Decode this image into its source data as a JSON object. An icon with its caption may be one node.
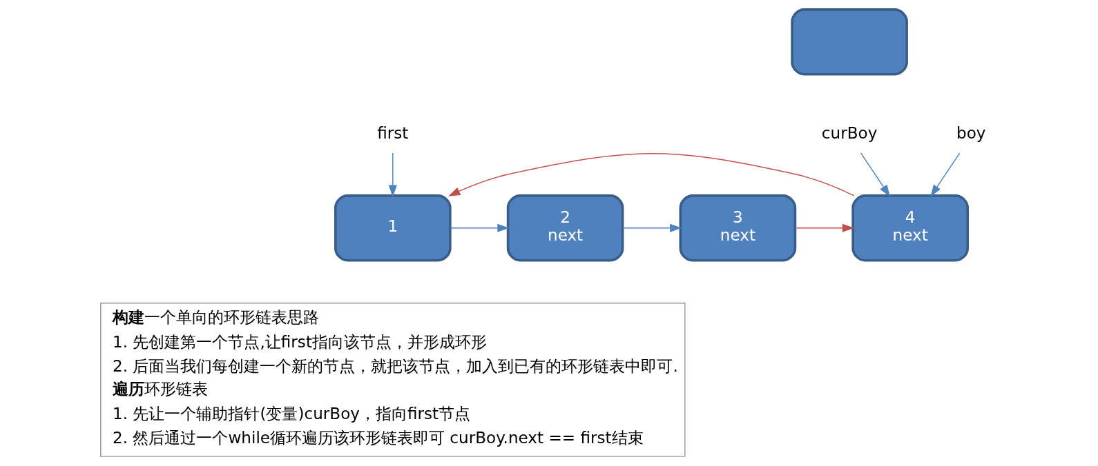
{
  "diagram": {
    "nodes": [
      {
        "text": [],
        "shape": "box"
      },
      {
        "text": [
          "curBoy"
        ]
      },
      {
        "text": [
          "first"
        ]
      },
      {
        "text": [
          "boy"
        ]
      },
      {
        "text": [
          "1"
        ]
      },
      {
        "text": [
          "2",
          "next"
        ]
      },
      {
        "text": [
          "3",
          "next"
        ]
      },
      {
        "text": [
          "4",
          "next"
        ]
      }
    ],
    "edges": [
      {
        "from": 2,
        "to": 4,
        "arrow": "to"
      },
      {
        "from": 3,
        "to": 7,
        "arrow": "to"
      },
      {
        "from": 1,
        "to": 7,
        "arrow": "to"
      },
      {
        "from": 4,
        "to": 5,
        "arrow": "to"
      },
      {
        "from": 5,
        "to": 6,
        "arrow": "to"
      },
      {
        "from": 6,
        "to": 7,
        "arrow": "to",
        "color": "#c0504d"
      },
      {
        "from": 7,
        "to": 4,
        "arrow": "to",
        "color": "#c0504d"
      }
    ],
    "labels": [
      "**构建**一个单向的环形链表思路",
      "1. 先创建第一个节点,让first指向该节点，并形成环形",
      "2. 后面当我们每创建一个新的节点，就把该节点，加入到已有的环形链表中即可.",
      "**遍历**环形链表",
      "1. 先让一个辅助指针(变量)curBoy，指向first节点",
      "2. 然后通过一个while循环遍历该环形链表即可 curBoy.next == first结束"
    ]
  }
}
